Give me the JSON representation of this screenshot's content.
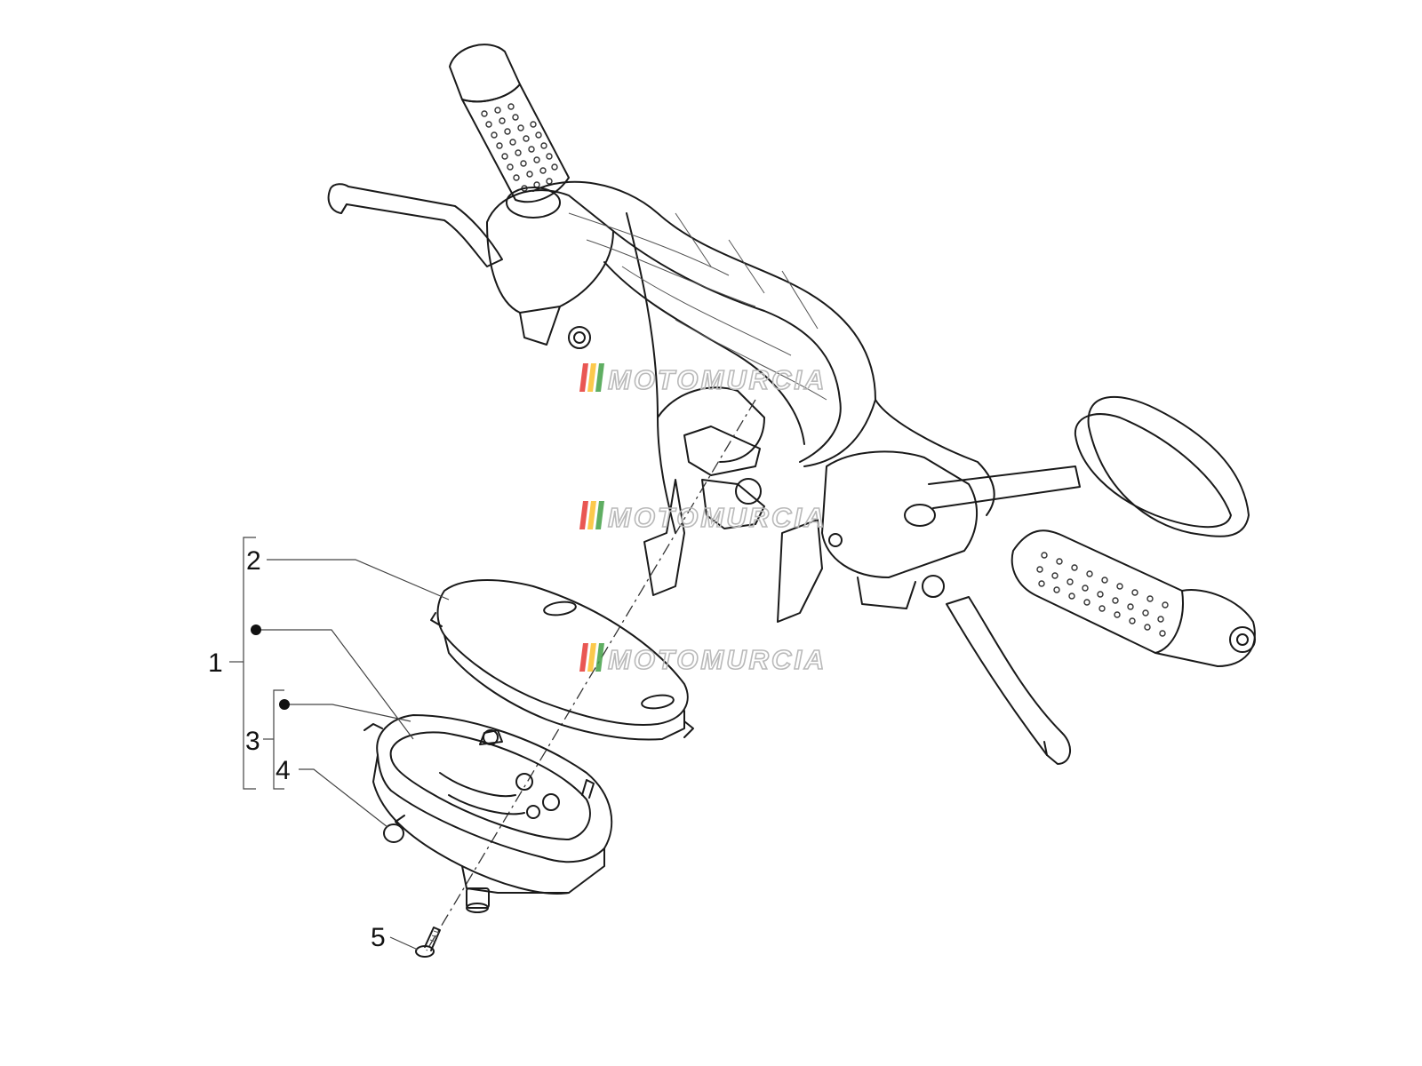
{
  "callouts": {
    "part_1": "1",
    "part_2": "2",
    "part_3": "3",
    "part_4": "4",
    "part_5": "5"
  },
  "watermark": {
    "text": "MOTOMURCIA",
    "stripe_colors": [
      "#e53935",
      "#fbc02d",
      "#43a047"
    ]
  }
}
